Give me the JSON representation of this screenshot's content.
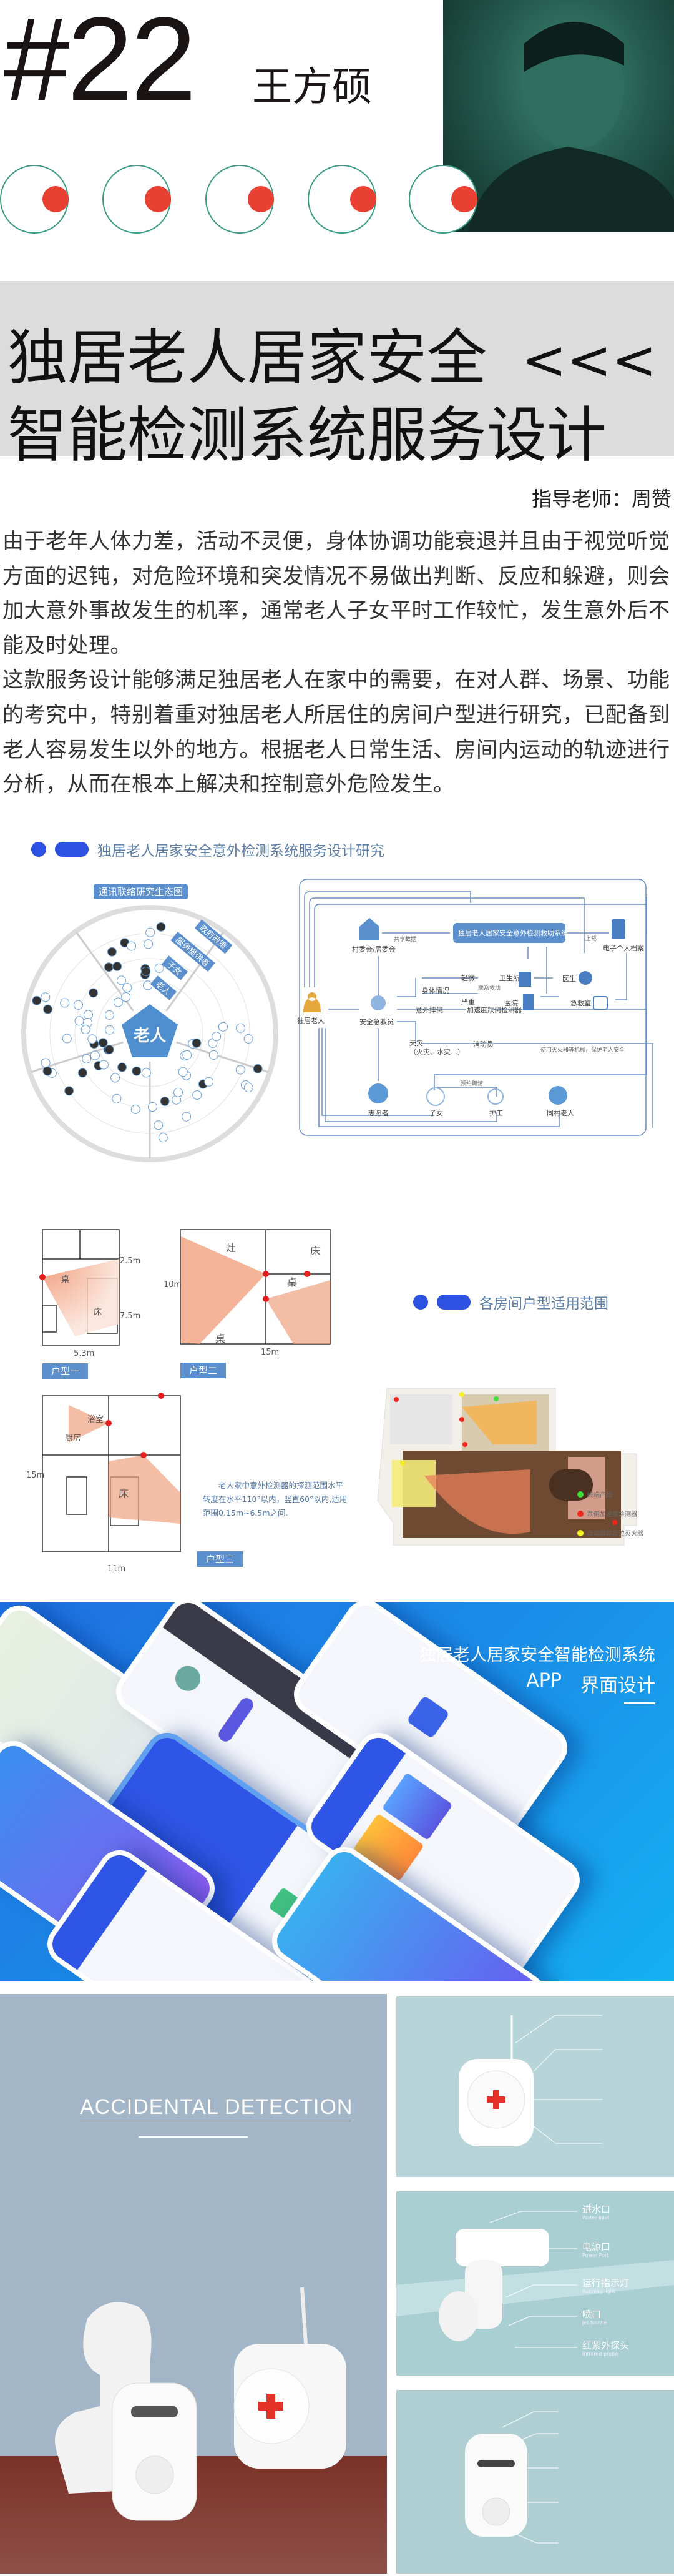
{
  "header": {
    "number": "#22",
    "name": "王方硕"
  },
  "colors": {
    "accent_red": "#e84032",
    "teal": "#3a9b84",
    "blue": "#2d51e0",
    "app_bg": "#1a8fe8"
  },
  "title": {
    "line1": "独居老人居家安全",
    "arrows": "<<<",
    "line2": "智能检测系统服务设计",
    "advisor": "指导老师：周赞"
  },
  "intro": {
    "paragraphs": [
      "由于老年人体力差，活动不灵便，身体协调功能衰退并且由于视觉听觉方面的迟钝，对危险环境和突发情况不易做出判断、反应和躲避，则会加大意外事故发生的机率，通常老人子女平时工作较忙，发生意外后不能及时处理。",
      "这款服务设计能够满足独居老人在家中的需要，在对人群、场景、功能的考究中，特别着重对独居老人所居住的房间户型进行研究，已配备到老人容易发生以外的地方。根据老人日常生活、房间内运动的轨迹进行分析，从而在根本上解决和控制意外危险发生。"
    ]
  },
  "research": {
    "title": "独居老人居家安全意外检测系统服务设计研究",
    "ecosystem": {
      "label": "通讯联络研究生态图",
      "center": "老人",
      "rings": [
        "老人",
        "子女",
        "服务提供者",
        "政府政策"
      ]
    },
    "blueprint": {
      "system": "独居老人居家安全意外检测救助系统",
      "nodes": {
        "committee": "村委会/居委会",
        "archive": "电子个人档案",
        "elder": "独居老人",
        "responder": "安全急救员",
        "body": "身体情况",
        "minor": "轻微",
        "severe": "严重",
        "clinic": "卫生所",
        "hospital": "医院",
        "doctor": "医生",
        "er": "急救室",
        "fall": "意外摔倒",
        "detector": "加速度跌倒检测器",
        "disaster": "天灾\n（火灾、水灾…）",
        "firefighter": "消防员",
        "volunteer": "志愿者",
        "children": "子女",
        "caregiver": "护工",
        "neighbors": "同村老人"
      },
      "edges": {
        "share": "共享数据",
        "contact": "联系救助",
        "upload": "上载",
        "hire": "预约聘请",
        "fire_note": "使用灭火器等机械，保护老人安全"
      }
    }
  },
  "rooms": {
    "title": "各房间户型适用范围",
    "plans": [
      {
        "label": "户型一",
        "dims": [
          "2.5m",
          "7.5m",
          "5.3m"
        ]
      },
      {
        "label": "户型二",
        "dims": [
          "10m",
          "15m"
        ]
      },
      {
        "label": "户型三",
        "dims": [
          "15m",
          "11m"
        ]
      }
    ],
    "furniture": {
      "desk": "桌",
      "bed": "床",
      "stove": "灶",
      "kitchen": "厨房",
      "bath": "浴室"
    },
    "caption": "老人家中意外检测器的探测范围水平转度在水平110°以内，竖直60°以内,适用范围0.15m~6.5m之间.",
    "legend": [
      {
        "label": "终端产品",
        "color": "#3ee03a"
      },
      {
        "label": "跌倒加速度检测器",
        "color": "#f0241c"
      },
      {
        "label": "自动跟踪定位灭火器",
        "color": "#f5f01e"
      }
    ]
  },
  "app": {
    "title": "独居老人居家安全智能检测系统",
    "sub1": "APP",
    "sub2": "界面设计"
  },
  "product": {
    "headline": "ACCIDENTAL DETECTION",
    "callouts": [
      {
        "cn": "进水口",
        "en": "Water inlet"
      },
      {
        "cn": "电源口",
        "en": "Power Port"
      },
      {
        "cn": "运行指示灯",
        "en": "Running light"
      },
      {
        "cn": "喷口",
        "en": "Jet Nozzle"
      },
      {
        "cn": "红紫外探头",
        "en": "Infrared probe"
      }
    ]
  }
}
